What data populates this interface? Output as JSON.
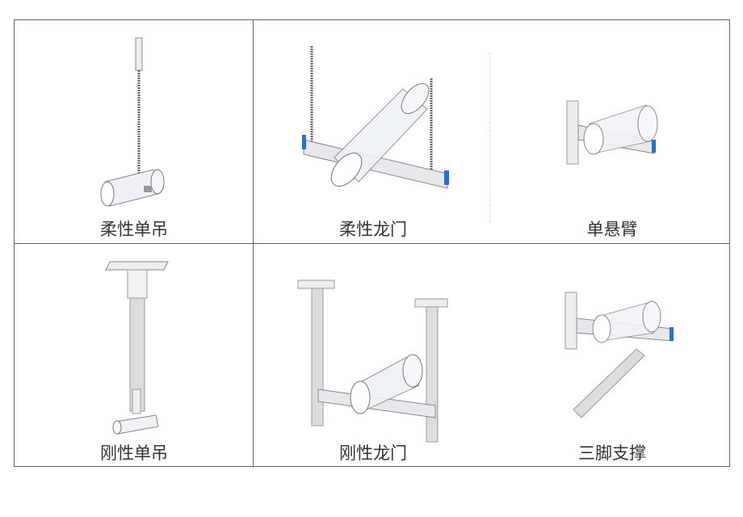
{
  "cells": [
    {
      "label": "柔性单吊"
    },
    {
      "label": "柔性龙门"
    },
    {
      "label": "单悬臂"
    },
    {
      "label": "刚性单吊"
    },
    {
      "label": "刚性龙门"
    },
    {
      "label": "三脚支撑"
    }
  ],
  "colors": {
    "border": "#666666",
    "channel_end": "#2a6fd0",
    "pipe": "#e4e8f0"
  }
}
